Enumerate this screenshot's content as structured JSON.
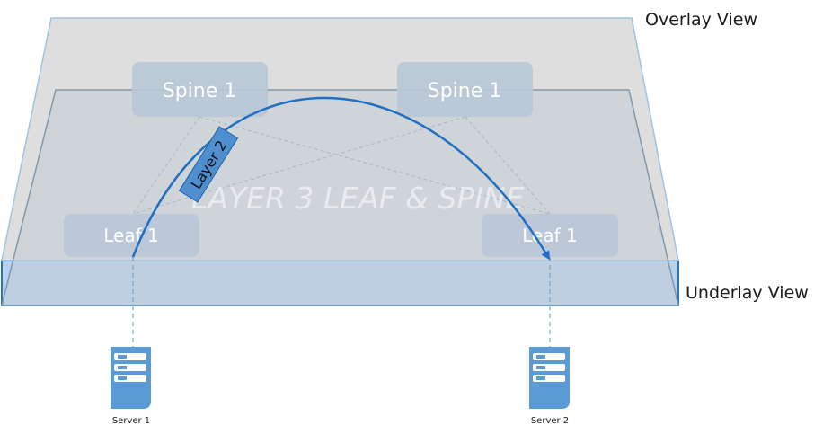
{
  "views": {
    "overlay_label": "Overlay View",
    "underlay_label": "Underlay View"
  },
  "fabric": {
    "label": "LAYER 3 LEAF & SPINE"
  },
  "nodes": {
    "spine_left": "Spine 1",
    "spine_right": "Spine 1",
    "leaf_left": "Leaf 1",
    "leaf_right": "Leaf 1"
  },
  "servers": {
    "left": "Server 1",
    "right": "Server 2"
  },
  "tunnel": {
    "label": "Layer 2"
  },
  "colors": {
    "overlay_plane": "#dcdcdc",
    "underlay_plane": "#b5d3ee",
    "plane_outline": "#9dc3e6",
    "node_fill": "#b8c6d6",
    "tunnel_arrow": "#1f6fc4",
    "server_fill": "#5b9bd5"
  }
}
